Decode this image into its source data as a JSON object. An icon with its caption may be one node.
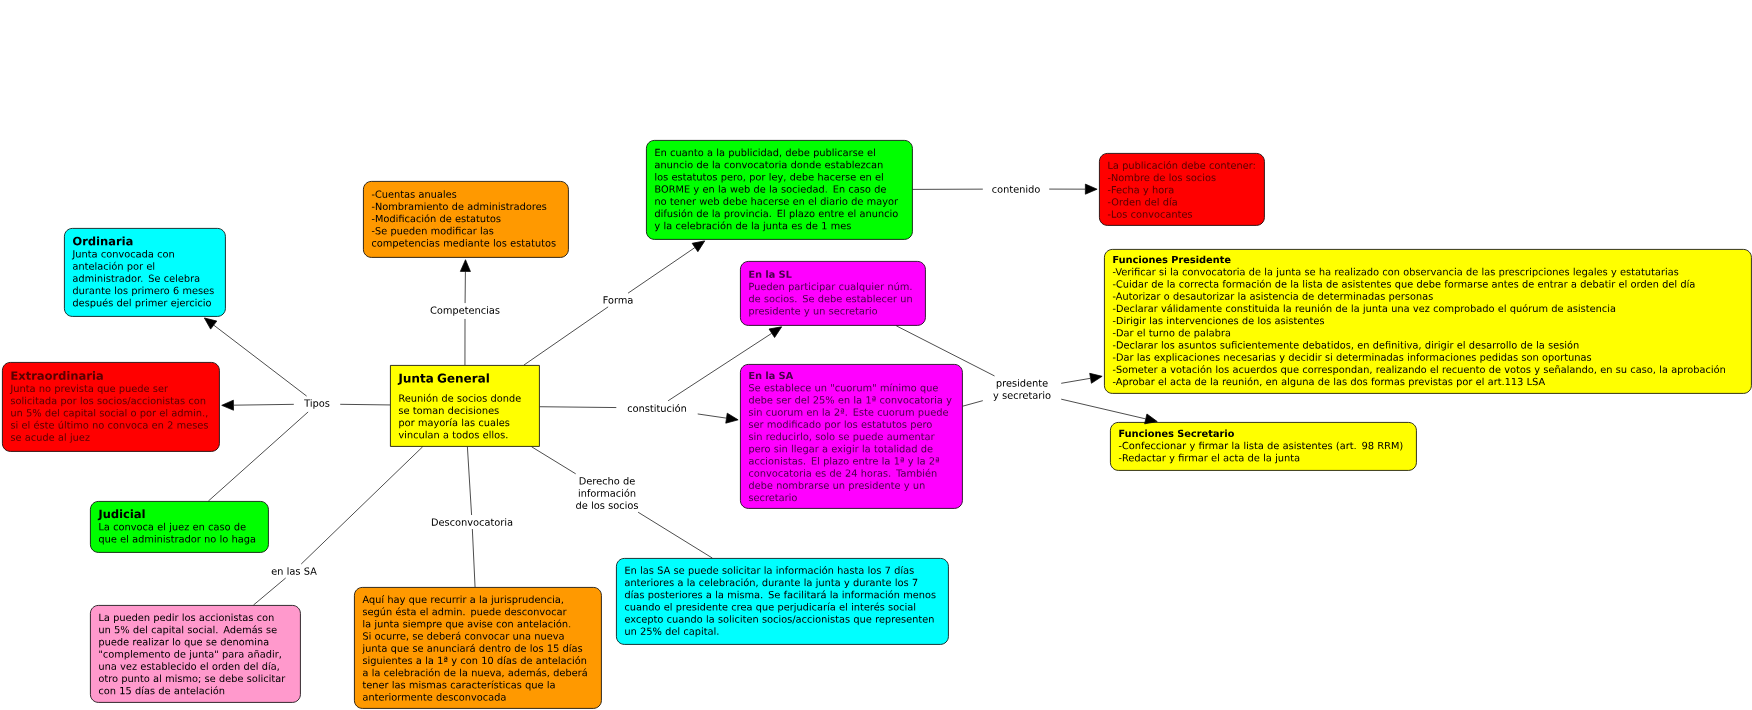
{
  "diagram": {
    "nodes": [
      {
        "text": [
          "Ordinaria",
          "Junta convocada con antelación por el administrador. Se celebra durante los primero 6 meses después del primer ejercicio"
        ]
      },
      {
        "text": [
          "-Cuentas anuales",
          "-Nombramiento de administradores",
          "-Modificación de estatutos",
          "-Se pueden modificar las competencias mediante los estatutos"
        ]
      },
      {
        "text": [
          "En cuanto a la publicidad, debe publicarse el anuncio de la convocatoria donde establezcan los estatutos pero, por ley, debe hacerse en el BORME y en la web de la sociedad. En caso de no tener web debe hacerse en el diario de mayor difusión de la provincia. El plazo entre el anuncio y la celebración de la junta es de 1 mes"
        ]
      },
      {
        "text": [
          "La publicación debe contener:",
          "-Nombre de los socios",
          "-Fecha y hora",
          "-Orden del día",
          "-Los convocantes"
        ]
      },
      {
        "text": [
          "Extraordinaria",
          "Junta no prevista que puede ser solicitada por los socios/accionistas con un 5% del capital social o por el admin., si el éste último no convoca en 2 meses se acude al juez"
        ]
      },
      {
        "text": [
          "Junta General",
          "Reunión de socios donde se toman decisiones por mayoría las cuales vinculan a todos ellos."
        ]
      },
      {
        "text": [
          "En la SL",
          "Pueden participar cualquier núm. de socios. Se debe establecer un presidente y un secretario"
        ]
      },
      {
        "text": [
          "Funciones Presidente",
          "-Verificar si la convocatoria de la junta se ha realizado con observancia de las prescripciones legales y estatutarias",
          "-Cuidar de la correcta formación de la lista de asistentes que debe formarse antes de entrar a debatir el orden del día",
          "-Autorizar o desautorizar la asistencia de determinadas personas",
          "-Declarar válidamente constituida la reunión de la junta una vez comprobado el quórum de asistencia",
          "-Dirigir las intervenciones de los asistentes",
          "-Dar el turno de palabra",
          "-Declarar los asuntos suficientemente debatidos, en definitiva, dirigir el desarrollo de la sesión",
          "-Dar las explicaciones necesarias  y decidir si determinadas informaciones pedidas son oportunas",
          "-Someter a votación los acuerdos que correspondan, realizando el recuento de votos y señalando, en su caso, la aprobación",
          "-Aprobar el acta de la reunión, en alguna de las dos formas previstas por el art.113 LSA"
        ]
      },
      {
        "text": [
          "En la SA",
          "Se establece un \"cuorum\" mínimo que debe ser del 25% en la 1ª convocatoria y sin cuorum en la 2ª. Este cuorum puede ser modificado por los estatutos pero sin reducirlo, solo se puede aumentar pero sin llegar a exigir la totalidad de accionistas. El plazo entre la 1ª y la 2ª convocatoria es de 24 horas. También debe nombrarse un presidente y un secretario"
        ]
      },
      {
        "text": [
          "Funciones Secretario",
          "-Confeccionar y firmar la lista de asistentes (art. 98 RRM)",
          "-Redactar y firmar el acta de la junta"
        ]
      },
      {
        "text": [
          "Judicial",
          "La convoca el juez en caso de que el administrador no lo haga"
        ]
      },
      {
        "text": [
          "En las SA se puede solicitar la información hasta los 7 días anteriores a la celebración, durante la junta y durante los 7 días posteriores a la misma. Se facilitará la información menos cuando el presidente crea que perjudicaría el interés social excepto cuando la soliciten socios/accionistas que representen un 25% del capital."
        ]
      },
      {
        "text": [
          "La pueden pedir los accionistas con un 5% del capital social. Además se puede realizar lo que se denomina \"complemento de junta\" para añadir, una vez establecido el orden del día, otro punto al mismo; se debe solicitar con 15 días de antelación"
        ]
      },
      {
        "text": [
          "Aquí hay que recurrir a la jurisprudencia, según ésta el admin. puede desconvocar la junta siempre que avise con antelación. Si ocurre, se deberá convocar una nueva junta que se anunciará dentro de los 15 días siguientes a la 1ª y con 10 días de antelación a la celebración de la nueva, además, deberá tener las mismas características que la anteriormente desconvocada"
        ]
      },
      {
        "text": [
          "Tipos"
        ]
      },
      {
        "text": [
          "Competencias"
        ]
      },
      {
        "text": [
          "Forma"
        ]
      },
      {
        "text": [
          "contenido"
        ]
      },
      {
        "text": [
          "constitución"
        ]
      },
      {
        "text": [
          "presidente y secretario"
        ]
      },
      {
        "text": [
          "Derecho de información de los socios"
        ]
      },
      {
        "text": [
          "Desconvocatoria"
        ]
      },
      {
        "text": [
          "en las SA"
        ]
      }
    ],
    "edges": [
      {
        "from": 5,
        "to": 14,
        "arrow": "none"
      },
      {
        "from": 14,
        "to": 0,
        "arrow": "to"
      },
      {
        "from": 14,
        "to": 4,
        "arrow": "to"
      },
      {
        "from": 14,
        "to": 10,
        "arrow": "none"
      },
      {
        "from": 5,
        "to": 15,
        "arrow": "none"
      },
      {
        "from": 15,
        "to": 1,
        "arrow": "to"
      },
      {
        "from": 5,
        "to": 16,
        "arrow": "none"
      },
      {
        "from": 16,
        "to": 2,
        "arrow": "to"
      },
      {
        "from": 2,
        "to": 17,
        "arrow": "none"
      },
      {
        "from": 17,
        "to": 3,
        "arrow": "to"
      },
      {
        "from": 5,
        "to": 18,
        "arrow": "none"
      },
      {
        "from": 18,
        "to": 6,
        "arrow": "to"
      },
      {
        "from": 18,
        "to": 8,
        "arrow": "to"
      },
      {
        "from": 6,
        "to": 19,
        "arrow": "none"
      },
      {
        "from": 8,
        "to": 19,
        "arrow": "none"
      },
      {
        "from": 19,
        "to": 7,
        "arrow": "to"
      },
      {
        "from": 19,
        "to": 9,
        "arrow": "to"
      },
      {
        "from": 5,
        "to": 20,
        "arrow": "none"
      },
      {
        "from": 20,
        "to": 11,
        "arrow": "none"
      },
      {
        "from": 5,
        "to": 21,
        "arrow": "none"
      },
      {
        "from": 21,
        "to": 13,
        "arrow": "none"
      },
      {
        "from": 5,
        "to": 22,
        "arrow": "none"
      },
      {
        "from": 22,
        "to": 12,
        "arrow": "none"
      }
    ]
  }
}
